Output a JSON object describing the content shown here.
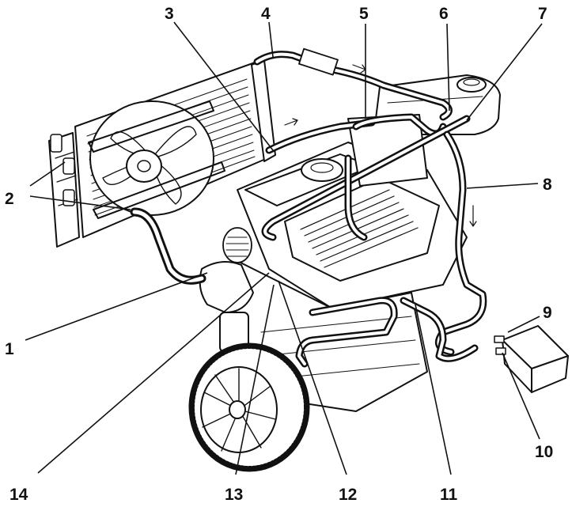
{
  "diagram": {
    "callouts": [
      {
        "number": "1"
      },
      {
        "number": "2"
      },
      {
        "number": "3"
      },
      {
        "number": "4"
      },
      {
        "number": "5"
      },
      {
        "number": "6"
      },
      {
        "number": "7"
      },
      {
        "number": "8"
      },
      {
        "number": "9"
      },
      {
        "number": "10"
      },
      {
        "number": "11"
      },
      {
        "number": "12"
      },
      {
        "number": "13"
      },
      {
        "number": "14"
      }
    ]
  },
  "colors": {
    "ink": "#111111",
    "background": "#ffffff"
  }
}
